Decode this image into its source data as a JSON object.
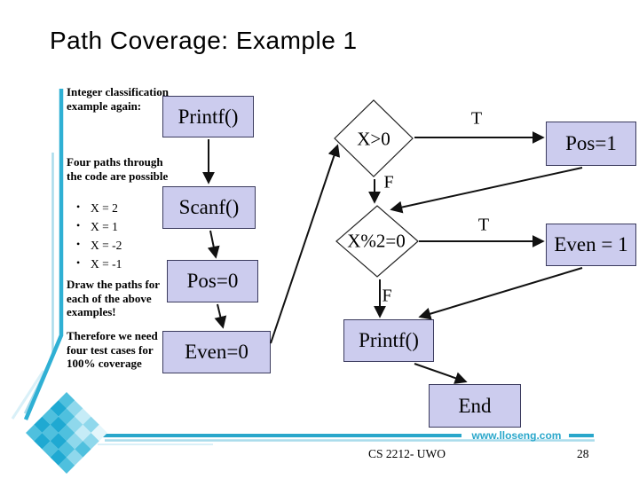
{
  "colors": {
    "accent-teal": "#2fb0d4",
    "accent-teal-light": "#aadcec",
    "box-fill": "#ccccee",
    "box-border": "#3b3b5e",
    "link-teal": "#2aa7cb"
  },
  "slide": {
    "title": "Path Coverage: Example 1",
    "footer": {
      "website": "www.lloseng.com",
      "course": "CS 2212- UWO",
      "page_number": "28"
    }
  },
  "notes": {
    "intro": "Integer classification example again:",
    "paths_heading": "Four paths through the code are possible",
    "bullets": [
      "X = 2",
      "X = 1",
      "X = -2",
      "X = -1"
    ],
    "draw": "Draw the paths for each of the above examples!",
    "therefore": "Therefore we need four test cases for 100% coverage"
  },
  "flowchart": {
    "nodes": {
      "printf1": "Printf()",
      "scanf": "Scanf()",
      "pos0": "Pos=0",
      "even0": "Even=0",
      "xgt0": "X>0",
      "pos1": "Pos=1",
      "xmod2": "X%2=0",
      "even1": "Even = 1",
      "printf2": "Printf()",
      "end": "End"
    },
    "edge_labels": {
      "t1": "T",
      "f1": "F",
      "t2": "T",
      "f2": "F"
    },
    "edges": [
      {
        "from": "printf1",
        "to": "scanf",
        "label": ""
      },
      {
        "from": "scanf",
        "to": "pos0",
        "label": ""
      },
      {
        "from": "pos0",
        "to": "even0",
        "label": ""
      },
      {
        "from": "even0",
        "to": "xgt0",
        "label": ""
      },
      {
        "from": "xgt0",
        "to": "pos1",
        "label": "T"
      },
      {
        "from": "xgt0",
        "to": "xmod2",
        "label": "F"
      },
      {
        "from": "pos1",
        "to": "xmod2",
        "label": ""
      },
      {
        "from": "xmod2",
        "to": "even1",
        "label": "T"
      },
      {
        "from": "xmod2",
        "to": "printf2",
        "label": "F"
      },
      {
        "from": "even1",
        "to": "printf2",
        "label": ""
      },
      {
        "from": "printf2",
        "to": "end",
        "label": ""
      }
    ]
  }
}
